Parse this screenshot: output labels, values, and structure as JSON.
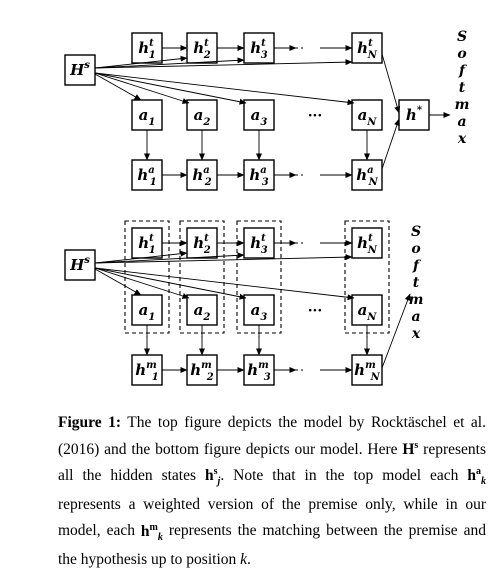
{
  "top_diagram": {
    "hs": {
      "base": "H",
      "sup": "s"
    },
    "row1": [
      {
        "base": "h",
        "sup": "t",
        "sub": "1"
      },
      {
        "base": "h",
        "sup": "t",
        "sub": "2"
      },
      {
        "base": "h",
        "sup": "t",
        "sub": "3"
      },
      {
        "base": "h",
        "sup": "t",
        "sub": "N"
      }
    ],
    "row2": [
      {
        "base": "a",
        "sub": "1"
      },
      {
        "base": "a",
        "sub": "2"
      },
      {
        "base": "a",
        "sub": "3"
      },
      {
        "base": "a",
        "sub": "N"
      }
    ],
    "row3": [
      {
        "base": "h",
        "sup": "a",
        "sub": "1"
      },
      {
        "base": "h",
        "sup": "a",
        "sub": "2"
      },
      {
        "base": "h",
        "sup": "a",
        "sub": "3"
      },
      {
        "base": "h",
        "sup": "a",
        "sub": "N"
      }
    ],
    "hstar": {
      "base": "h",
      "sup": "*"
    },
    "ellipsis": "· · ·",
    "softmax": [
      "S",
      "o",
      "f",
      "t",
      "m",
      "a",
      "x"
    ]
  },
  "bottom_diagram": {
    "hs": {
      "base": "H",
      "sup": "s"
    },
    "row1": [
      {
        "base": "h",
        "sup": "t",
        "sub": "1"
      },
      {
        "base": "h",
        "sup": "t",
        "sub": "2"
      },
      {
        "base": "h",
        "sup": "t",
        "sub": "3"
      },
      {
        "base": "h",
        "sup": "t",
        "sub": "N"
      }
    ],
    "row2": [
      {
        "base": "a",
        "sub": "1"
      },
      {
        "base": "a",
        "sub": "2"
      },
      {
        "base": "a",
        "sub": "3"
      },
      {
        "base": "a",
        "sub": "N"
      }
    ],
    "row3": [
      {
        "base": "h",
        "sup": "m",
        "sub": "1"
      },
      {
        "base": "h",
        "sup": "m",
        "sub": "2"
      },
      {
        "base": "h",
        "sup": "m",
        "sub": "3"
      },
      {
        "base": "h",
        "sup": "m",
        "sub": "N"
      }
    ],
    "ellipsis": "· · ·",
    "softmax": [
      "S",
      "o",
      "f",
      "t",
      "m",
      "a",
      "x"
    ]
  },
  "caption": {
    "label": "Figure 1:",
    "t1": " The top figure depicts the model by Rocktäschel et al. (2016) and the bottom figure depicts our model. Here ",
    "m1": "H",
    "m1sup": "s",
    "t2": " represents all the hidden states ",
    "m2": "h",
    "m2sup": "s",
    "m2sub": "j",
    "t3": ". Note that in the top model each ",
    "m3": "h",
    "m3sup": "a",
    "m3sub": "k",
    "t4": " represents a weighted version of the premise only, while in our model, each ",
    "m4": "h",
    "m4sup": "m",
    "m4sub": "k",
    "t5": " represents the matching between the premise and the hypothesis up to position ",
    "m5": "k",
    "t6": "."
  }
}
